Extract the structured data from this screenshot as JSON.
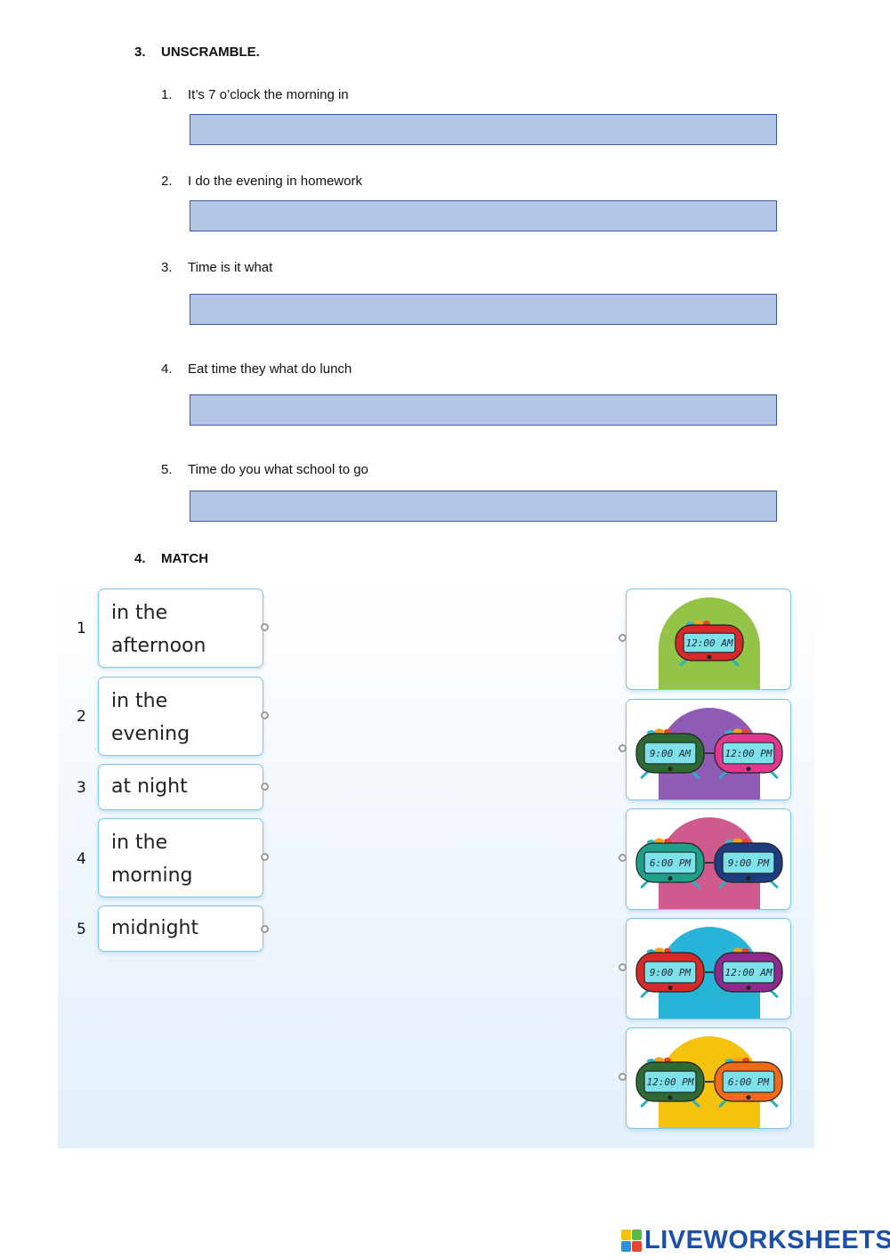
{
  "section3": {
    "number": "3.",
    "title": "UNSCRAMBLE."
  },
  "questions": [
    {
      "number": "1.",
      "text": "It’s 7 o’clock the morning in"
    },
    {
      "number": "2.",
      "text": "I do the evening in homework"
    },
    {
      "number": "3.",
      "text": "Time is it what"
    },
    {
      "number": "4.",
      "text": "Eat time they what do lunch"
    },
    {
      "number": "5.",
      "text": "Time do you what school to go"
    }
  ],
  "section4": {
    "number": "4.",
    "title": "MATCH"
  },
  "match_items": [
    {
      "number": "1",
      "text": "in the\nafternoon"
    },
    {
      "number": "2",
      "text": "in the\nevening"
    },
    {
      "number": "3",
      "text": "at night"
    },
    {
      "number": "4",
      "text": "in the\nmorning"
    },
    {
      "number": "5",
      "text": "midnight"
    }
  ],
  "match_pictures": [
    {
      "bg": "#94c447",
      "clocks": [
        {
          "time": "12:00 AM",
          "color": "#d62a2a"
        }
      ]
    },
    {
      "bg": "#8e5bb5",
      "clocks": [
        {
          "time": "9:00 AM",
          "color": "#2e6b34"
        },
        {
          "time": "12:00 PM",
          "color": "#e0388f"
        }
      ]
    },
    {
      "bg": "#cf5a8e",
      "clocks": [
        {
          "time": "6:00 PM",
          "color": "#1fa08a"
        },
        {
          "time": "9:00 PM",
          "color": "#1e3d80"
        }
      ]
    },
    {
      "bg": "#27b4d8",
      "clocks": [
        {
          "time": "9:00 PM",
          "color": "#d62a2a"
        },
        {
          "time": "12:00 AM",
          "color": "#8e2a8e"
        }
      ]
    },
    {
      "bg": "#f4c20d",
      "clocks": [
        {
          "time": "12:00 PM",
          "color": "#2e6b34"
        },
        {
          "time": "6:00 PM",
          "color": "#f06a1a"
        }
      ]
    }
  ],
  "footer": {
    "brand": "LIVEWORKSHEETS"
  }
}
